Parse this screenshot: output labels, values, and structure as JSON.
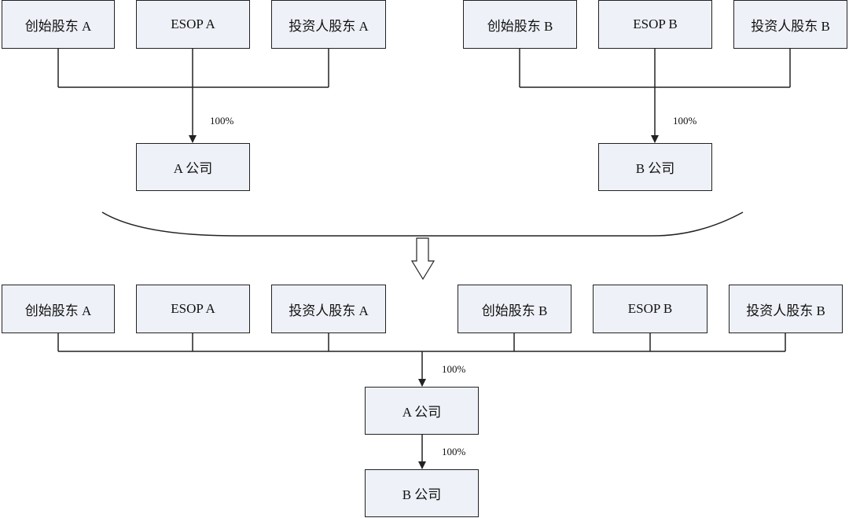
{
  "before": {
    "group_a": {
      "shareholders": [
        "创始股东 A",
        "ESOP A",
        "投资人股东 A"
      ],
      "company": "A 公司",
      "ownership": "100%"
    },
    "group_b": {
      "shareholders": [
        "创始股东 B",
        "ESOP B",
        "投资人股东 B"
      ],
      "company": "B 公司",
      "ownership": "100%"
    }
  },
  "after": {
    "shareholders": [
      "创始股东 A",
      "ESOP A",
      "投资人股东 A",
      "创始股东 B",
      "ESOP B",
      "投资人股东 B"
    ],
    "parent_company": "A 公司",
    "parent_ownership": "100%",
    "subsidiary": "B 公司",
    "subsidiary_ownership": "100%"
  },
  "colors": {
    "box_fill": "#eef1f8",
    "line": "#222222"
  }
}
